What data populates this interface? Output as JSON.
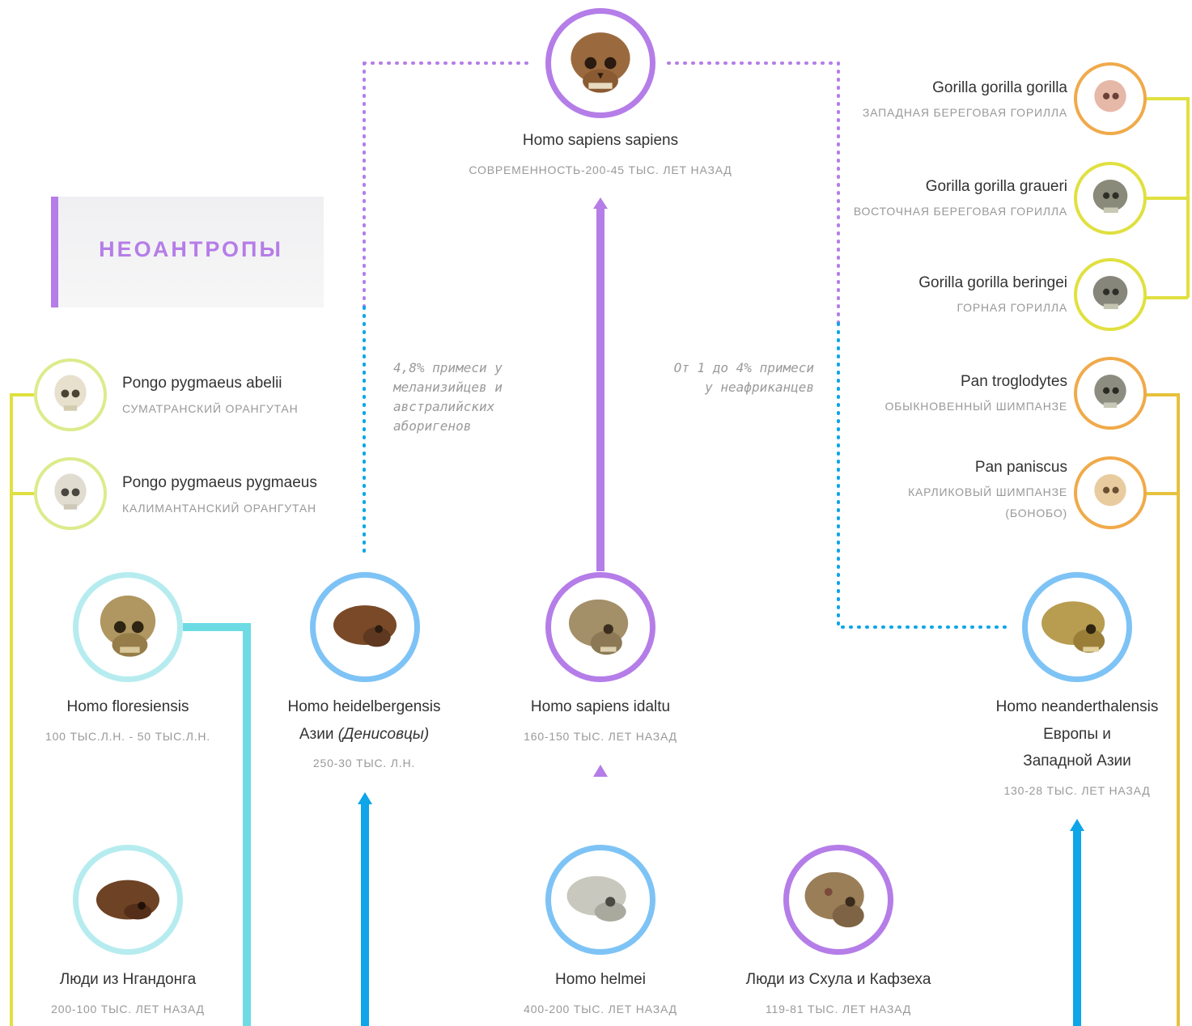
{
  "section_label": "НЕОАНТРОПЫ",
  "colors": {
    "purple": "#b57de8",
    "blue": "#0ea5e9",
    "cyan": "#6ddbe4",
    "yellow": "#e0e040",
    "orange": "#f0aa4a",
    "sky": "#7ec3f5"
  },
  "nodes": {
    "sapiens_sapiens": {
      "name": "Homo sapiens sapiens",
      "sub": "СОВРЕМЕННОСТЬ-200-45 ТЫС. ЛЕТ НАЗАД"
    },
    "sapiens_idaltu": {
      "name": "Homo sapiens idaltu",
      "sub": "160-150 ТЫС. ЛЕТ НАЗАД"
    },
    "helmei": {
      "name": "Homo helmei",
      "sub": "400-200 ТЫС. ЛЕТ НАЗАД"
    },
    "skhul": {
      "name": "Люди из Схула и Кафзеха",
      "sub": "119-81 ТЫС. ЛЕТ НАЗАД"
    },
    "heidelbergensis": {
      "name1": "Homo heidelbergensis",
      "name2a": "Азии ",
      "name2b": "(Денисовцы)",
      "sub": "250-30 ТЫС. Л.Н."
    },
    "floresiensis": {
      "name": "Homo floresiensis",
      "sub": "100 ТЫС.Л.Н. - 50 ТЫС.Л.Н."
    },
    "ngandong": {
      "name": "Люди из Нгандонга",
      "sub": "200-100 ТЫС. ЛЕТ НАЗАД"
    },
    "neanderthalensis": {
      "name1": "Homo neanderthalensis",
      "name2": "Европы и",
      "name3": "Западной Азии",
      "sub": "130-28 ТЫС. ЛЕТ НАЗАД"
    },
    "pongo_abelii": {
      "name": "Pongo pygmaeus abelii",
      "sub": "СУМАТРАНСКИЙ ОРАНГУТАН"
    },
    "pongo_pygmaeus": {
      "name": "Pongo pygmaeus pygmaeus",
      "sub": "КАЛИМАНТАНСКИЙ ОРАНГУТАН"
    },
    "gorilla_gorilla": {
      "name": "Gorilla gorilla gorilla",
      "sub": "ЗАПАДНАЯ БЕРЕГОВАЯ ГОРИЛЛА"
    },
    "gorilla_graueri": {
      "name": "Gorilla gorilla graueri",
      "sub": "ВОСТОЧНАЯ БЕРЕГОВАЯ ГОРИЛЛА"
    },
    "gorilla_beringei": {
      "name": "Gorilla gorilla beringei",
      "sub": "ГОРНАЯ ГОРИЛЛА"
    },
    "pan_troglodytes": {
      "name": "Pan troglodytes",
      "sub": "ОБЫКНОВЕННЫЙ ШИМПАНЗЕ"
    },
    "pan_paniscus": {
      "name": "Pan paniscus",
      "sub1": "КАРЛИКОВЫЙ ШИМПАНЗЕ",
      "sub2": "(БОНОБО)"
    }
  },
  "notes": {
    "denisovan_admixture": "4,8% примеси у\nмеланизийцев и\nавстралийских\nаборигенов",
    "neanderthal_admixture": "От 1 до 4% примеси\nу неафриканцев"
  }
}
